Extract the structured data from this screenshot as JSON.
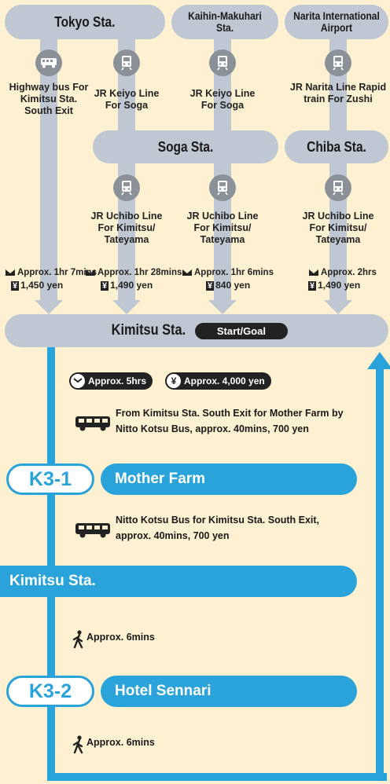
{
  "origins": [
    {
      "name": "Tokyo Sta."
    },
    {
      "name": "Kaihin-Makuhari Sta."
    },
    {
      "name": "Narita International Airport"
    }
  ],
  "routes": [
    {
      "icon": "bus-icon",
      "label": "Highway bus For Kimitsu Sta. South Exit",
      "time": "Approx. 1hr 7mins",
      "fare": "1,450 yen"
    },
    {
      "icon": "train-icon",
      "label": "JR Keiyo Line For Soga",
      "time": "Approx. 1hr 28mins",
      "fare": "1,490 yen",
      "second_label": "JR Uchibo Line For Kimitsu/ Tateyama"
    },
    {
      "icon": "train-icon",
      "label": "JR Keiyo Line For Soga",
      "time": "Approx. 1hr 6mins",
      "fare": "840 yen",
      "second_label": "JR Uchibo Line For Kimitsu/ Tateyama"
    },
    {
      "icon": "train-icon",
      "label": "JR Narita Line Rapid train For Zushi",
      "time": "Approx. 2hrs",
      "fare": "1,490 yen",
      "second_label": "JR Uchibo Line For Kimitsu/ Tateyama"
    }
  ],
  "transfer_stations": {
    "soga": "Soga Sta.",
    "chiba": "Chiba Sta."
  },
  "yen_symbol": "¥",
  "kimitsu": {
    "name": "Kimitsu Sta.",
    "badge": "Start/Goal"
  },
  "summary": {
    "time": "Approx. 5hrs",
    "cost": "Approx. 4,000 yen"
  },
  "steps": [
    {
      "type": "bus",
      "text": "From Kimitsu Sta. South Exit for Mother Farm by Nitto Kotsu Bus, approx. 40mins, 700 yen"
    },
    {
      "type": "spot",
      "code": "K3-1",
      "name": "Mother Farm"
    },
    {
      "type": "bus",
      "text": "Nitto Kotsu Bus for Kimitsu Sta. South Exit, approx. 40mins, 700 yen"
    },
    {
      "type": "station",
      "name": "Kimitsu Sta."
    },
    {
      "type": "walk",
      "text": "Approx. 6mins"
    },
    {
      "type": "spot",
      "code": "K3-2",
      "name": "Hotel Sennari"
    },
    {
      "type": "walk",
      "text": "Approx. 6mins"
    }
  ],
  "colors": {
    "background": "#fdf1d1",
    "grey": "#bfc7d2",
    "icon_grey": "#8a9199",
    "blue": "#2aa3db",
    "dark": "#222222"
  }
}
